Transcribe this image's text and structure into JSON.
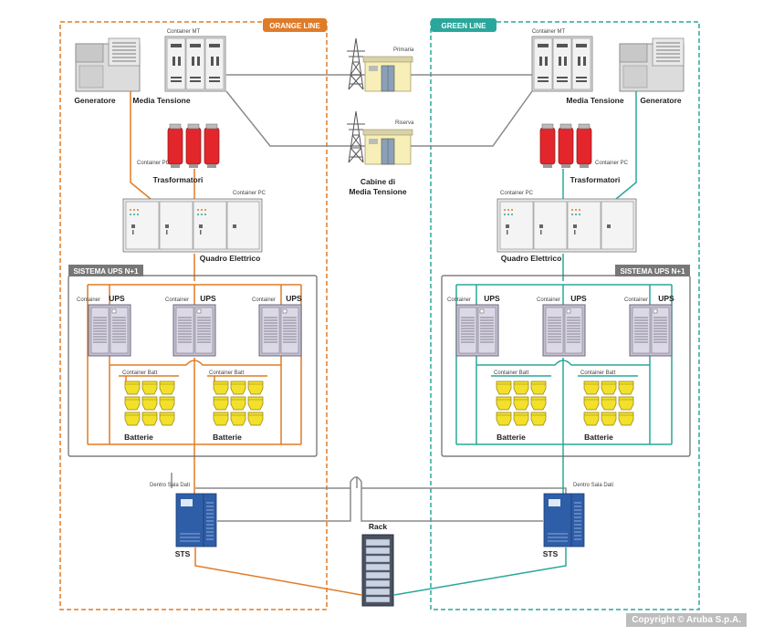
{
  "labels": {
    "orange_line": "ORANGE LINE",
    "green_line": "GREEN LINE",
    "container_mt": "Container MT",
    "container_pc": "Container PC",
    "container": "Container",
    "container_batt": "Container Batt",
    "generatore": "Generatore",
    "media_tensione": "Media Tensione",
    "trasformatori": "Trasformatori",
    "quadro_elettrico": "Quadro Elettrico",
    "sistema_ups": "SISTEMA UPS N+1",
    "ups": "UPS",
    "batterie": "Batterie",
    "dentro_sala_dati": "Dentro Sala Dati",
    "sts": "STS",
    "rack": "Rack",
    "primaria": "Primaria",
    "riserva": "Riserva",
    "cabine_line1": "Cabine di",
    "cabine_line2": "Media Tensione",
    "copyright": "Copyright © Aruba S.p.A."
  },
  "colors": {
    "orange": "#e07b27",
    "green": "#2aa79b",
    "grey_line": "#8a8a8a",
    "transformer_red": "#e3262b",
    "battery_yellow": "#f3e02a",
    "sts_blue": "#2f5ea8",
    "ups_purple": "#b9b5c9",
    "substation_yellow": "#f7eeb8"
  }
}
